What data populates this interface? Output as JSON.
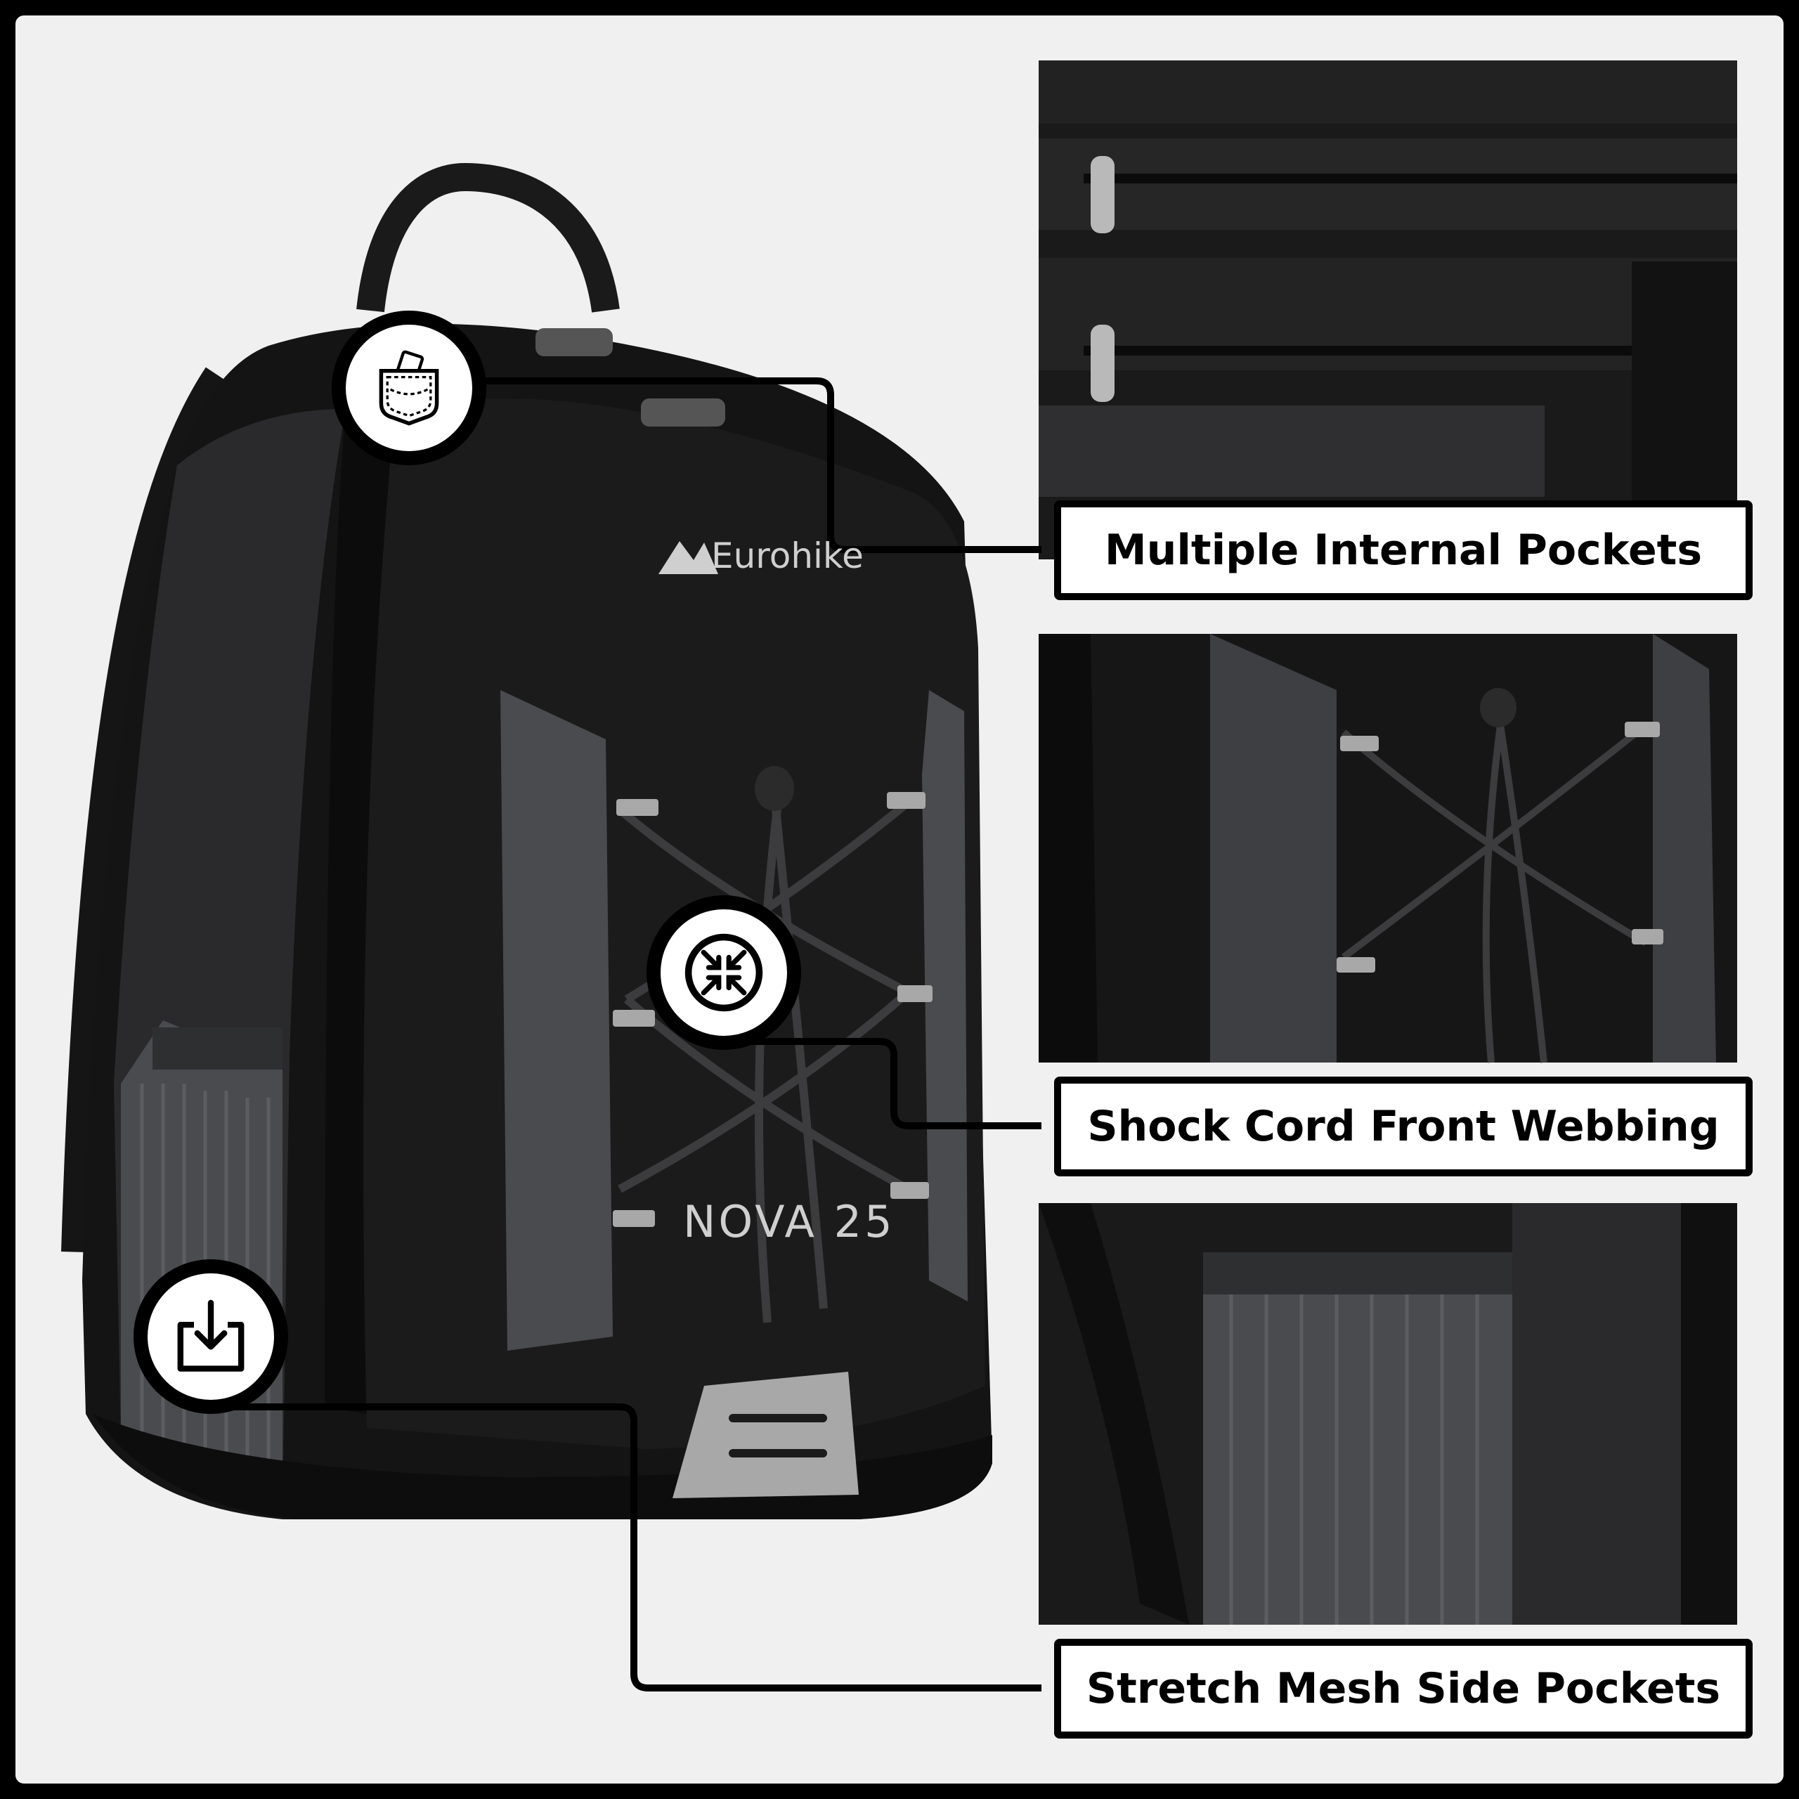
{
  "product": {
    "brand": "Eurohike",
    "model": "NOVA 25"
  },
  "features": [
    {
      "label": "Multiple Internal Pockets",
      "icon": "pocket-icon"
    },
    {
      "label": "Shock Cord Front Webbing",
      "icon": "compress-icon"
    },
    {
      "label": "Stretch Mesh Side Pockets",
      "icon": "side-pocket-icon"
    }
  ],
  "colors": {
    "background": "#f0f0f0",
    "frame": "#000000",
    "pack_black": "#141414",
    "pack_grey": "#4a4b4e",
    "reflective": "#a8a8a8"
  }
}
